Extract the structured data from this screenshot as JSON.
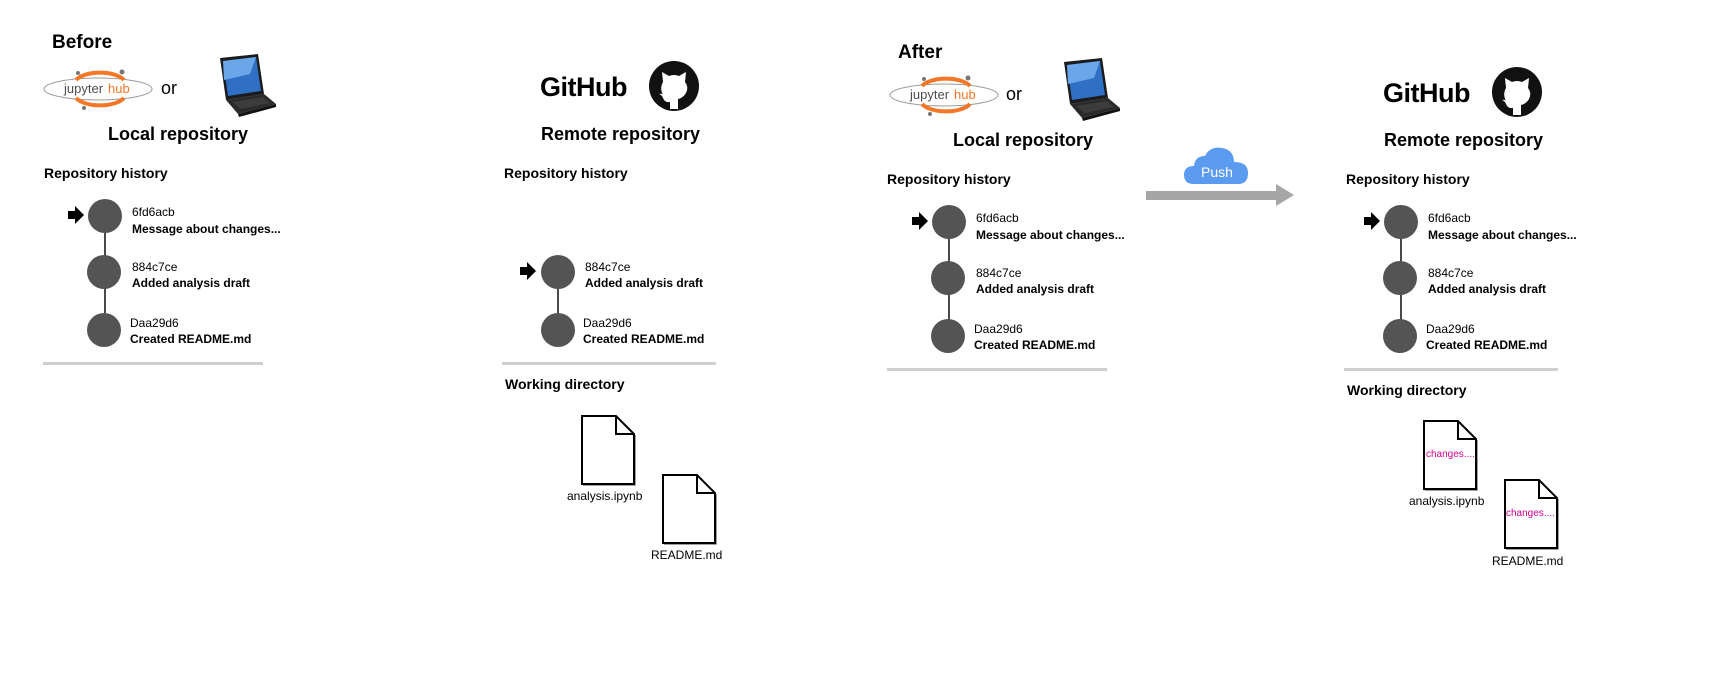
{
  "before": {
    "heading": "Before",
    "local": {
      "jupyterhub_logo": "jupyterhub",
      "or_label": "or",
      "laptop_icon": "laptop-icon",
      "title": "Local repository",
      "history_label": "Repository history",
      "commits": [
        {
          "hash": "6fd6acb",
          "message": "Message about changes..."
        },
        {
          "hash": "884c7ce",
          "message": "Added analysis draft"
        },
        {
          "hash": "Daa29d6",
          "message": "Created README.md"
        }
      ],
      "head_commit": "6fd6acb"
    },
    "remote": {
      "github_word": "GitHub",
      "github_icon": "github-octocat-icon",
      "title": "Remote repository",
      "history_label": "Repository history",
      "commits": [
        {
          "hash": "884c7ce",
          "message": "Added analysis draft"
        },
        {
          "hash": "Daa29d6",
          "message": "Created README.md"
        }
      ],
      "head_commit": "884c7ce",
      "working_label": "Working directory",
      "files": [
        {
          "name": "analysis.ipynb",
          "content": ""
        },
        {
          "name": "README.md",
          "content": ""
        }
      ]
    }
  },
  "after": {
    "heading": "After",
    "push_label": "Push",
    "local": {
      "jupyterhub_logo": "jupyterhub",
      "or_label": "or",
      "laptop_icon": "laptop-icon",
      "title": "Local repository",
      "history_label": "Repository history",
      "commits": [
        {
          "hash": "6fd6acb",
          "message": "Message about changes..."
        },
        {
          "hash": "884c7ce",
          "message": "Added analysis draft"
        },
        {
          "hash": "Daa29d6",
          "message": "Created README.md"
        }
      ],
      "head_commit": "6fd6acb"
    },
    "remote": {
      "github_word": "GitHub",
      "github_icon": "github-octocat-icon",
      "title": "Remote repository",
      "history_label": "Repository history",
      "commits": [
        {
          "hash": "6fd6acb",
          "message": "Message about changes..."
        },
        {
          "hash": "884c7ce",
          "message": "Added analysis draft"
        },
        {
          "hash": "Daa29d6",
          "message": "Created README.md"
        }
      ],
      "head_commit": "6fd6acb",
      "working_label": "Working directory",
      "files": [
        {
          "name": "analysis.ipynb",
          "content": "changes...."
        },
        {
          "name": "README.md",
          "content": "changes...."
        }
      ]
    }
  },
  "colors": {
    "node": "#545454",
    "rule": "#cfcfcf",
    "jupyter_orange": "#f37726",
    "cloud": "#5b9bf0",
    "push_arrow": "#a6a6a6",
    "change_text": "#d1008f"
  }
}
